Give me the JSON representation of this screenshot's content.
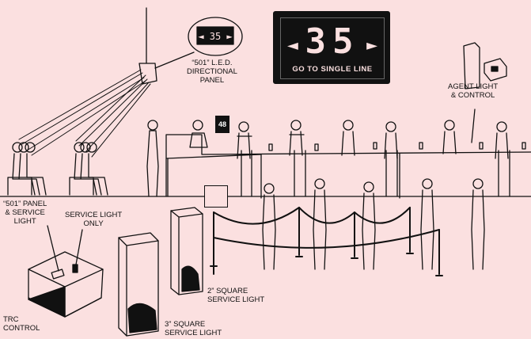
{
  "labels": {
    "led_panel": "“501” L.E.D.\nDIRECTIONAL\nPANEL",
    "agent_light": "AGENT LIGHT\n& CONTROL",
    "panel_service": "“501” PANEL\n& SERVICE\nLIGHT",
    "service_only": "SERVICE LIGHT\nONLY",
    "trc_control": "TRC\nCONTROL",
    "square2": "2” SQUARE\nSERVICE LIGHT",
    "square3": "3” SQUARE\nSERVICE LIGHT"
  },
  "big_sign": {
    "number": "35",
    "left_arrow": "◄",
    "right_arrow": "►",
    "caption": "GO TO SINGLE LINE"
  },
  "small_sign": {
    "number": "48"
  },
  "wait_sign": {
    "text": ""
  },
  "colors": {
    "background": "#fbe0e0",
    "ink": "#111111"
  }
}
